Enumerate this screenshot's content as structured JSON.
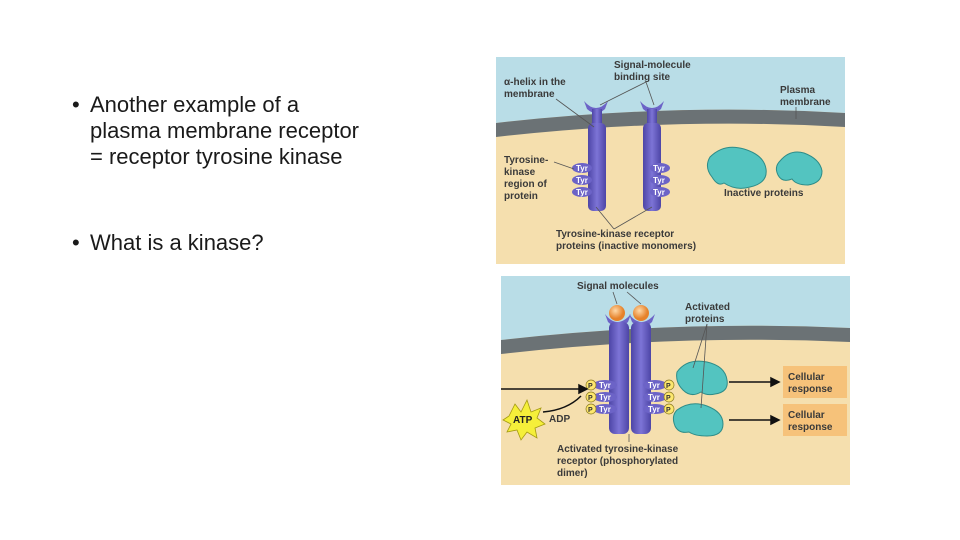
{
  "slide": {
    "bullets": [
      "Another example of a plasma membrane receptor = receptor tyrosine kinase",
      "What is a kinase?"
    ]
  },
  "diagram_top": {
    "alpha_helix_label": [
      "α-helix in the",
      "membrane"
    ],
    "binding_site_label": [
      "Signal-molecule",
      "binding site"
    ],
    "plasma_membrane_label": [
      "Plasma",
      "membrane"
    ],
    "tk_region_label": [
      "Tyrosine-",
      "kinase",
      "region of",
      "protein"
    ],
    "tyr": "Tyr",
    "inactive_proteins_label": "Inactive proteins",
    "receptor_label": [
      "Tyrosine-kinase receptor",
      "proteins (inactive monomers)"
    ]
  },
  "diagram_bottom": {
    "signal_molecules_label": "Signal molecules",
    "activated_proteins_label": [
      "Activated",
      "proteins"
    ],
    "cellular_response_1": [
      "Cellular",
      "response"
    ],
    "cellular_response_2": [
      "Cellular",
      "response"
    ],
    "atp": "ATP",
    "adp": "ADP",
    "p": "P",
    "tyr": "Tyr",
    "activated_receptor_label": [
      "Activated tyrosine-kinase",
      "receptor (phosphorylated",
      "dimer)"
    ]
  },
  "colors": {
    "extracellular": "#b9dde7",
    "cytoplasm": "#f5dfae",
    "membrane": "#6b7275",
    "receptor": "#6c63c7",
    "receptor_dark": "#4a429a",
    "protein": "#53c4c0",
    "signal": "#f0a04b",
    "response_box": "#f6c27a",
    "atp": "#f5ef3a"
  }
}
